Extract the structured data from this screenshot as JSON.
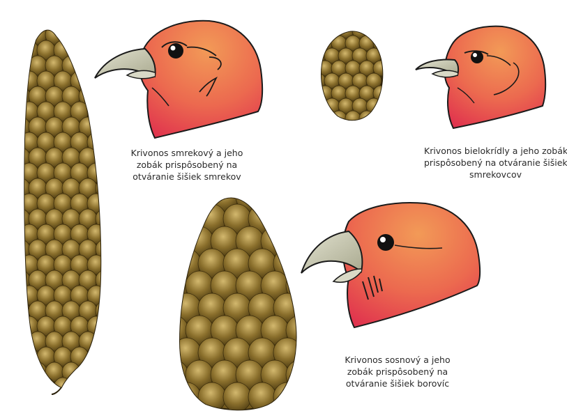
{
  "captions": {
    "spruce": {
      "lines": [
        "Krivonos smrekový a jeho",
        "zobák prispôsobený na",
        "otváranie šišiek smrekov"
      ]
    },
    "larch": {
      "lines": [
        "Krivonos bielokrídly a jeho zobák",
        "prispôsobený na otváranie šišiek",
        "smrekovcov"
      ]
    },
    "pine": {
      "lines": [
        "Krivonos sosnový  a jeho",
        "zobák prispôsobený na",
        "otváranie šišiek borovíc"
      ]
    }
  },
  "colors": {
    "cone": "#8a6f2c",
    "cone_dark": "#4e3c12",
    "cone_light": "#c8ad64",
    "head": "#e8504f",
    "head_top": "#f08a55",
    "beak": "#c9c9b2",
    "outline": "#1a1a1a"
  }
}
